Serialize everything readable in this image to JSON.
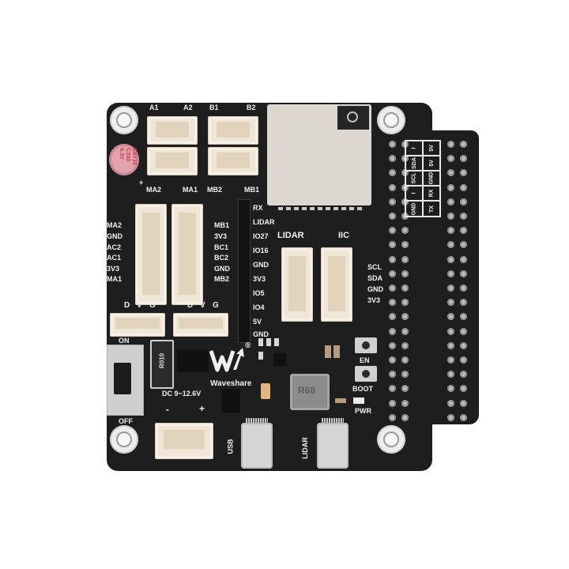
{
  "image": {
    "subject": "Waveshare robot driver board",
    "background_color": "#ffffff",
    "board_color": "#1e1e1f"
  },
  "brand": {
    "name": "Waveshare",
    "registered_mark": "®"
  },
  "motor_ports": {
    "top_left_labels": [
      "A1",
      "A2"
    ],
    "top_right_labels": [
      "B1",
      "B2"
    ],
    "bottom_left_labels": [
      "MA2",
      "MA1"
    ],
    "bottom_right_labels": [
      "MB2",
      "MB1"
    ]
  },
  "capacitor": {
    "lines": [
      "EAY15",
      "C330",
      "6.3V"
    ],
    "polarity": "+"
  },
  "encoder_left": {
    "pins": [
      "MA2",
      "GND",
      "AC2",
      "AC1",
      "3V3",
      "MA1"
    ]
  },
  "encoder_right": {
    "pins": [
      "MB1",
      "3V3",
      "BC1",
      "BC2",
      "GND",
      "MB2"
    ]
  },
  "servo_ports": [
    {
      "labels": [
        "D",
        "V",
        "G"
      ]
    },
    {
      "labels": [
        "D",
        "V",
        "G"
      ]
    }
  ],
  "gpio_header": {
    "pins": [
      "RX",
      "LIDAR",
      "IO27",
      "IO16",
      "GND",
      "3V3",
      "IO5",
      "IO4",
      "5V",
      "GND"
    ]
  },
  "lidar_port": {
    "title": "LIDAR"
  },
  "iic_port": {
    "title": "IIC",
    "pins": [
      "SCL",
      "SDA",
      "GND",
      "3V3"
    ]
  },
  "pin_table": {
    "columns": [
      [
        "I",
        "SDA",
        "SCL",
        "I",
        "GND"
      ],
      [
        "5V",
        "5V",
        "GND",
        "RX",
        "TX"
      ]
    ]
  },
  "power": {
    "switch_on": "ON",
    "switch_off": "OFF",
    "resistor_marking": "R010",
    "dc_input_label": "DC 9~12.6V",
    "minus": "-",
    "plus": "+",
    "inductor_marking": "R68",
    "pwr_led_label": "PWR"
  },
  "buttons": {
    "en": "EN",
    "boot": "BOOT"
  },
  "usb_ports": {
    "usb": "USB",
    "lidar": "LIDAR"
  }
}
